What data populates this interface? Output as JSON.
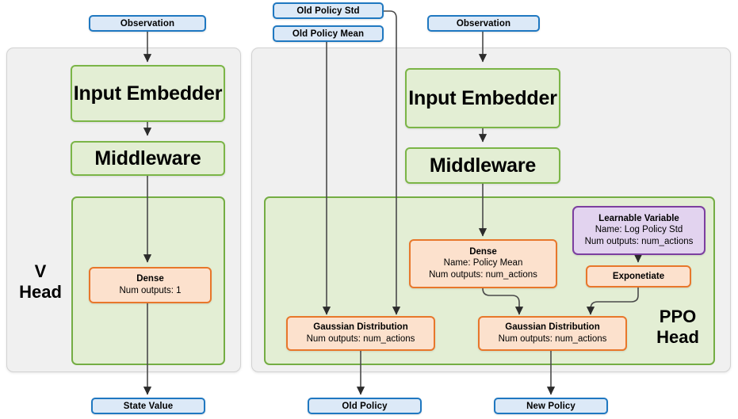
{
  "diagram": {
    "title": "PPO network architecture diagram",
    "colors": {
      "panel_fill": "#f0f0f0",
      "panel_border": "#d2d2d2",
      "green_fill": "#e3eed4",
      "green_border": "#7bb547",
      "orange_fill": "#fce1cd",
      "orange_border": "#e8772b",
      "purple_fill": "#e2d3ef",
      "purple_border": "#7c3fa0",
      "blue_fill": "#dce9f7",
      "blue_border": "#1f78c1",
      "wire": "#404040"
    }
  },
  "inputs": {
    "observation_left": "Observation",
    "old_policy_std": "Old Policy Std",
    "old_policy_mean": "Old Policy Mean",
    "observation_right": "Observation"
  },
  "outputs": {
    "state_value": "State Value",
    "old_policy": "Old Policy",
    "new_policy": "New Policy"
  },
  "v_branch": {
    "head_label": "V\nHead",
    "head_label_line1": "V",
    "head_label_line2": "Head",
    "input_embedder": "Input Embedder",
    "middleware": "Middleware",
    "dense": {
      "title": "Dense",
      "line2": "Num outputs: 1"
    }
  },
  "ppo_branch": {
    "head_label_line1": "PPO",
    "head_label_line2": "Head",
    "input_embedder": "Input Embedder",
    "middleware": "Middleware",
    "dense": {
      "title": "Dense",
      "line2": "Name: Policy Mean",
      "line3": "Num outputs: num_actions"
    },
    "learnable_variable": {
      "title": "Learnable Variable",
      "line2": "Name: Log Policy Std",
      "line3": "Num outputs: num_actions"
    },
    "exponetiate": "Exponetiate",
    "gaussian_old": {
      "title": "Gaussian Distribution",
      "line2": "Num outputs: num_actions"
    },
    "gaussian_new": {
      "title": "Gaussian Distribution",
      "line2": "Num outputs: num_actions"
    }
  }
}
